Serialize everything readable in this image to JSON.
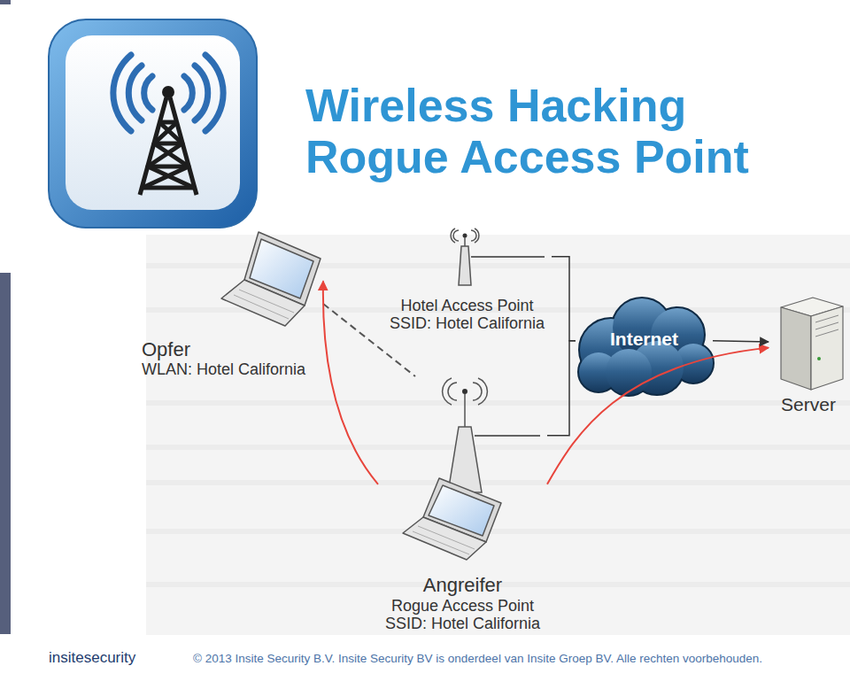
{
  "diagram": {
    "title": "Wireless Hacking Rogue Access Point",
    "nodes": [
      {
        "text": [
          "Opfer",
          "WLAN: Hotel California"
        ]
      },
      {
        "text": [
          "Hotel Access Point SSID: Hotel California"
        ]
      },
      {
        "text": [
          "Internet"
        ]
      },
      {
        "text": [
          "Server"
        ]
      },
      {
        "text": [
          "Angreifer",
          "Rogue Access Point SSID: Hotel California"
        ]
      }
    ],
    "edges": [
      {
        "from": 0,
        "to": 4,
        "arrow": "none"
      },
      {
        "from": 4,
        "to": 0,
        "arrow": "to"
      },
      {
        "from": 4,
        "to": 3,
        "arrow": "to"
      },
      {
        "from": 1,
        "to": 2,
        "arrow": "none"
      },
      {
        "from": 4,
        "to": 2,
        "arrow": "none"
      },
      {
        "from": 2,
        "to": 3,
        "arrow": "to"
      }
    ],
    "labels": [
      "insitesecurity",
      "© 2013 Insite Security B.V. Insite Security BV is onderdeel van Insite Groep BV. Alle rechten voorbehouden."
    ]
  }
}
